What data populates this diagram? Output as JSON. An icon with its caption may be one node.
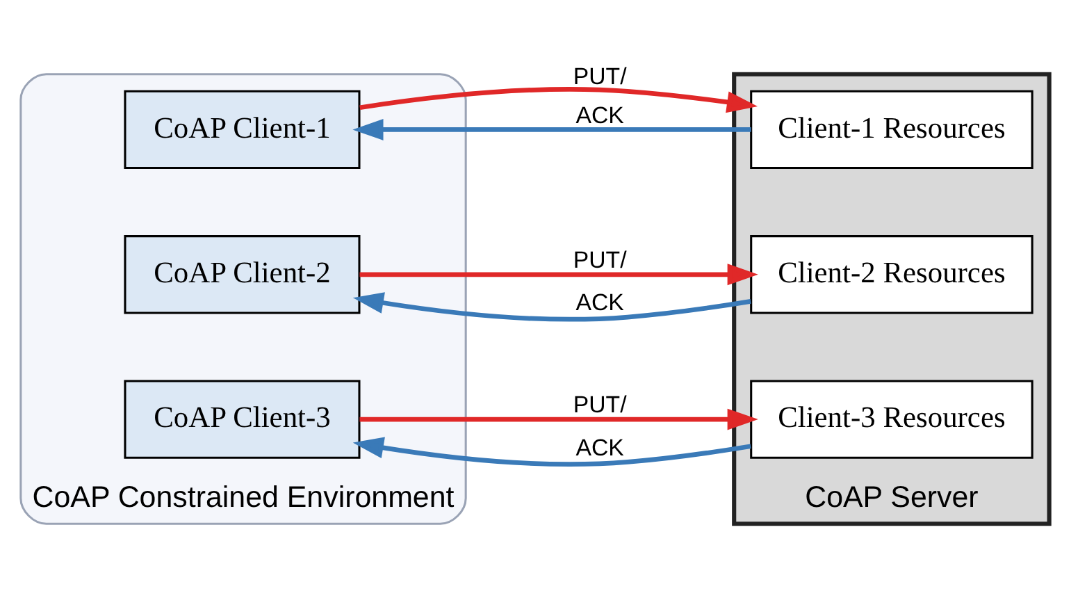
{
  "diagram": {
    "nodes": [
      {
        "text": [
          "CoAP Constrained Environment"
        ]
      },
      {
        "text": [
          "CoAP Client-1"
        ],
        "in": 0
      },
      {
        "text": [
          "CoAP Client-2"
        ],
        "in": 0
      },
      {
        "text": [
          "CoAP Client-3"
        ],
        "in": 0
      },
      {
        "text": [
          "CoAP Server"
        ]
      },
      {
        "text": [
          "Client-1 Resources"
        ],
        "in": 4
      },
      {
        "text": [
          "Client-2 Resources"
        ],
        "in": 4
      },
      {
        "text": [
          "Client-3 Resources"
        ],
        "in": 4
      }
    ],
    "edges": [
      {
        "from": 1,
        "to": 5,
        "arrow": "to",
        "label": "PUT/",
        "color": "#e02828"
      },
      {
        "from": 5,
        "to": 1,
        "arrow": "to",
        "label": "ACK",
        "color": "#3a7ab8"
      },
      {
        "from": 2,
        "to": 6,
        "arrow": "to",
        "label": "PUT/",
        "color": "#e02828"
      },
      {
        "from": 6,
        "to": 2,
        "arrow": "to",
        "label": "ACK",
        "color": "#3a7ab8"
      },
      {
        "from": 3,
        "to": 7,
        "arrow": "to",
        "label": "PUT/",
        "color": "#e02828"
      },
      {
        "from": 7,
        "to": 3,
        "arrow": "to",
        "label": "ACK",
        "color": "#3a7ab8"
      }
    ]
  }
}
